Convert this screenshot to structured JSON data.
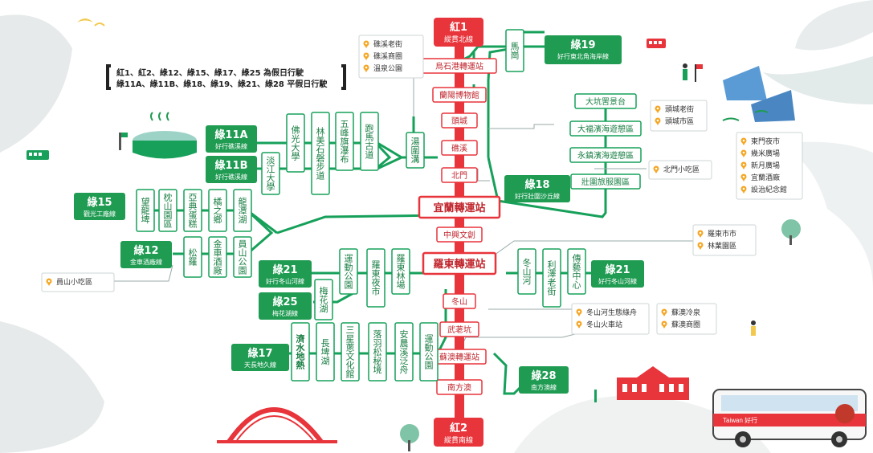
{
  "header_fragment": "一一 　 　 　 　",
  "note": {
    "line1": "紅1、紅2、綠12、綠15、綠17、綠25 為假日行駛",
    "line2": "綠11A、綠11B、綠18、綠19、綠21、綠28 平假日行駛"
  },
  "trunk": {
    "top": {
      "code": "紅1",
      "name": "縱貫北線"
    },
    "bottom": {
      "code": "紅2",
      "name": "縱貫南線"
    },
    "stops": [
      "烏石港轉運站",
      "蘭陽博物館",
      "頭城",
      "礁溪",
      "北門",
      "宜蘭轉運站",
      "中興文創",
      "羅東轉運站",
      "冬山",
      "武荖坑",
      "蘇澳轉運站",
      "南方澳"
    ]
  },
  "routes": [
    {
      "id": "r19",
      "code": "綠19",
      "name": "好行東北角海岸線",
      "stops": [
        "馬崗"
      ]
    },
    {
      "id": "r18",
      "code": "綠18",
      "name": "好行壯圍沙丘線",
      "stops": [
        "大坑罟景台",
        "大福濱海遊憩區",
        "永鎮濱海遊憩區",
        "壯圍旅服園區"
      ]
    },
    {
      "id": "r11a",
      "code": "綠11A",
      "name": "好行礁溪線",
      "stops": [
        "佛光大學",
        "林美石磐步道",
        "五峰旗瀑布",
        "跑馬古道",
        "湯圍溝"
      ]
    },
    {
      "id": "r11b",
      "code": "綠11B",
      "name": "好行礁溪線",
      "stops": [
        "淡江大學"
      ]
    },
    {
      "id": "r15",
      "code": "綠15",
      "name": "觀光工廠線",
      "stops": [
        "望龍埤",
        "枕山園區",
        "亞典蛋糕",
        "橘之鄉",
        "龍潭湖"
      ]
    },
    {
      "id": "r12",
      "code": "綠12",
      "name": "金車酒廠線",
      "stops": [
        "松羅",
        "金車酒廠",
        "員山公園"
      ]
    },
    {
      "id": "r21w",
      "code": "綠21",
      "name": "好行冬山河線",
      "stops": [
        "運動公園",
        "羅東夜市",
        "羅東林場"
      ]
    },
    {
      "id": "r21e",
      "code": "綠21",
      "name": "好行冬山河線",
      "stops": [
        "冬山河",
        "利澤老街",
        "傳藝中心"
      ]
    },
    {
      "id": "r25",
      "code": "綠25",
      "name": "梅花湖線",
      "stops": [
        "梅花湖"
      ]
    },
    {
      "id": "r17",
      "code": "綠17",
      "name": "天長地久線",
      "stops": [
        "濟水地熱",
        "長埤湖",
        "三星蔥文化館",
        "落羽松秘境",
        "安農溪泛舟",
        "運動公園"
      ]
    },
    {
      "id": "r28",
      "code": "綠28",
      "name": "南方澳線"
    }
  ],
  "pois": {
    "jiaoxi": [
      "礁溪老街",
      "礁溪商圈",
      "溫泉公園"
    ],
    "toucheng": [
      "頭城老街",
      "頭城市區"
    ],
    "beimen": [
      "北門小吃區"
    ],
    "yilan": [
      "東門夜市",
      "幾米廣場",
      "新月廣場",
      "宜蘭酒廠",
      "設治紀念館"
    ],
    "luodong": [
      "羅東市市",
      "林業園區"
    ],
    "yuanshan": [
      "員山小吃區"
    ],
    "dongshan": [
      "冬山河生態綠舟",
      "冬山火車站"
    ],
    "suao": [
      "蘇澳冷泉",
      "蘇澳商圈"
    ]
  },
  "bus_brand": "Taiwan 好行",
  "colors": {
    "trunk": "#e8343b",
    "green": "#16a05a",
    "route_label": "#1f9b52",
    "poi_icon": "#f5a623",
    "wash": "#e6eaea"
  }
}
